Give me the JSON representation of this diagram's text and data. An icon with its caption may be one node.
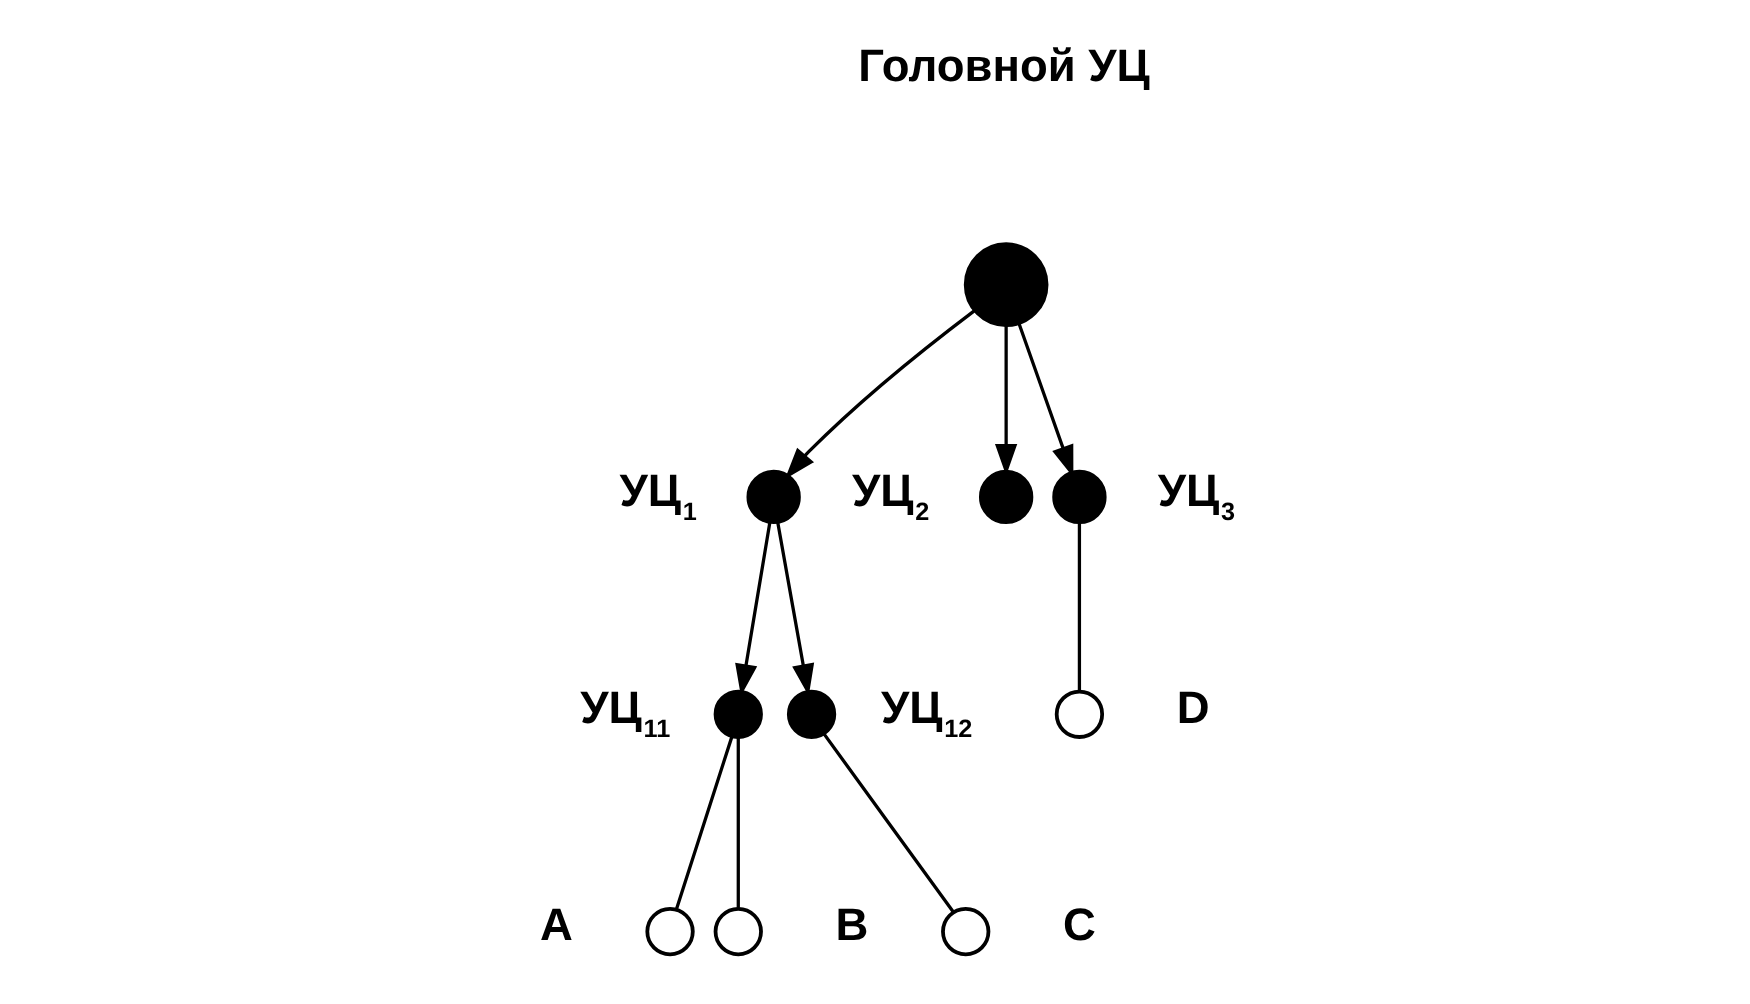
{
  "diagram": {
    "nodes": [
      {
        "text": [],
        "shape": "circle",
        "beside": [
          "Головной УЦ"
        ]
      },
      {
        "text": [],
        "shape": "circle",
        "beside": [
          "УЦ$_{1}$"
        ]
      },
      {
        "text": [],
        "shape": "circle",
        "beside": [
          "УЦ$_{2}$"
        ]
      },
      {
        "text": [],
        "shape": "circle",
        "beside": [
          "УЦ$_{3}$"
        ]
      },
      {
        "text": [],
        "shape": "circle",
        "beside": [
          "УЦ$_{11}$"
        ]
      },
      {
        "text": [],
        "shape": "circle",
        "beside": [
          "УЦ$_{12}$"
        ]
      },
      {
        "text": [],
        "shape": "circle",
        "beside": [
          "D"
        ]
      },
      {
        "text": [],
        "shape": "circle",
        "beside": [
          "A"
        ]
      },
      {
        "text": [],
        "shape": "circle",
        "beside": [
          "B"
        ]
      },
      {
        "text": [],
        "shape": "circle",
        "beside": [
          "C"
        ]
      }
    ],
    "edges": [
      {
        "from": 0,
        "to": 1,
        "arrow": "to"
      },
      {
        "from": 0,
        "to": 2,
        "arrow": "to"
      },
      {
        "from": 0,
        "to": 3,
        "arrow": "to"
      },
      {
        "from": 1,
        "to": 4,
        "arrow": "to"
      },
      {
        "from": 1,
        "to": 5,
        "arrow": "to"
      },
      {
        "from": 3,
        "to": 6,
        "arrow": "none"
      },
      {
        "from": 4,
        "to": 7,
        "arrow": "none"
      },
      {
        "from": 4,
        "to": 8,
        "arrow": "none"
      },
      {
        "from": 5,
        "to": 9,
        "arrow": "none"
      }
    ]
  }
}
